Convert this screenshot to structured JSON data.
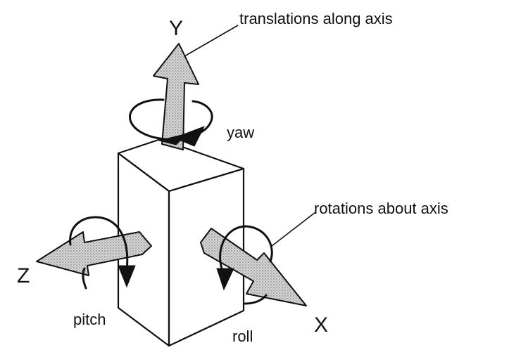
{
  "labels": {
    "y_axis": "Y",
    "x_axis": "X",
    "z_axis": "Z",
    "translations": "translations along axis",
    "rotations": "rotations about axis",
    "yaw": "yaw",
    "pitch": "pitch",
    "roll": "roll"
  }
}
